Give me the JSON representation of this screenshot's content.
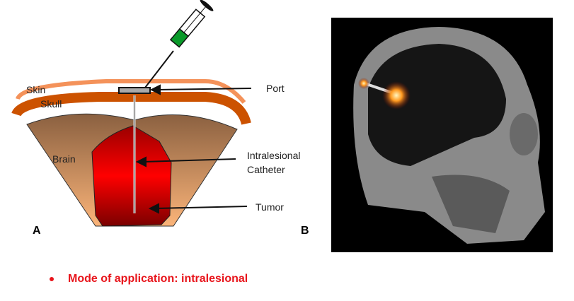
{
  "diagram_a": {
    "labels": {
      "skin": "Skin",
      "skull": "Skull",
      "brain": "Brain",
      "port": "Port",
      "catheter_line1": "Intralesional",
      "catheter_line2": "Catheter",
      "tumor": "Tumor"
    },
    "panel_label": "A"
  },
  "image_b": {
    "panel_label": "B"
  },
  "bullet": {
    "text": "Mode of application: intralesional"
  },
  "colors": {
    "skin": "#f4925a",
    "skull": "#cc5200",
    "tumor": "#e00000",
    "bullet": "#e8141b",
    "syringe_green": "#0a9a2a"
  }
}
